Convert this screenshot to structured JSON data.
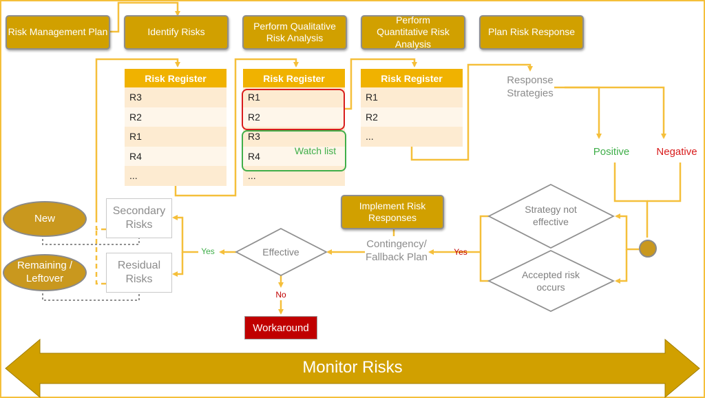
{
  "processes": {
    "risk_management_plan": "Risk Management Plan",
    "identify_risks": "Identify Risks",
    "perform_qualitative": "Perform Qualitative Risk Analysis",
    "perform_quantitative": "Perform Quantitative Risk Analysis",
    "plan_risk_response": "Plan Risk Response",
    "implement_risk_responses": "Implement Risk Responses",
    "monitor_risks": "Monitor Risks"
  },
  "registers": {
    "title": "Risk Register",
    "identify": [
      "R3",
      "R2",
      "R1",
      "R4",
      "..."
    ],
    "qualitative": [
      "R1",
      "R2",
      "R3",
      "R4",
      "..."
    ],
    "quantitative": [
      "R1",
      "R2",
      "..."
    ]
  },
  "watch_list": "Watch list",
  "response_strategies": "Response Strategies",
  "positive": "Positive",
  "negative": "Negative",
  "strategy_not_effective": "Strategy not effective",
  "accepted_risk_occurs": "Accepted risk occurs",
  "contingency_fallback_plan": "Contingency/ Fallback Plan",
  "yes": "Yes",
  "no": "No",
  "effective": "Effective",
  "workaround": "Workaround",
  "secondary_risks": "Secondary Risks",
  "residual_risks": "Residual Risks",
  "new": "New",
  "remaining_leftover": "Remaining / Leftover",
  "colors": {
    "gold": "#d1a000",
    "arrow": "#f5bf3a",
    "header": "#f0b200",
    "row_odd": "#fdebd1",
    "row_even": "#fef6ea",
    "workaround": "#c00000",
    "positive": "#3fae49",
    "negative": "#d81b1b"
  }
}
